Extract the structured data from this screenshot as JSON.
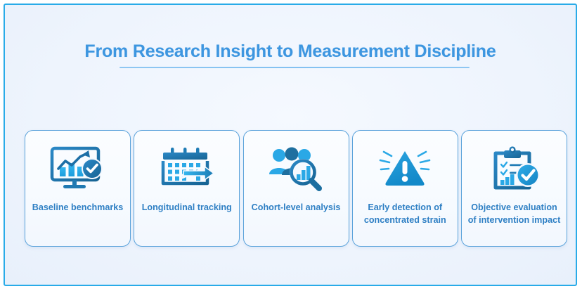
{
  "slide": {
    "title": "From Research Insight to Measurement Discipline",
    "border_color": "#29abe8",
    "background_color": "#eef4fd",
    "title_color": "#3d96e0",
    "label_color": "#2e7fc4",
    "icon_dark_blue": "#1b6fa8",
    "icon_light_blue": "#29abe8"
  },
  "cards": [
    {
      "icon": "monitor-chart-check-icon",
      "label_line1": "Baseline benchmarks",
      "label_line2": ""
    },
    {
      "icon": "calendar-arrow-icon",
      "label_line1": "Longitudinal tracking",
      "label_line2": ""
    },
    {
      "icon": "people-magnifier-chart-icon",
      "label_line1": "Cohort-level analysis",
      "label_line2": ""
    },
    {
      "icon": "warning-triangle-icon",
      "label_line1": "Early detection of",
      "label_line2": "concentrated strain"
    },
    {
      "icon": "clipboard-check-icon",
      "label_line1": "Objective evaluation",
      "label_line2": "of intervention impact"
    }
  ]
}
